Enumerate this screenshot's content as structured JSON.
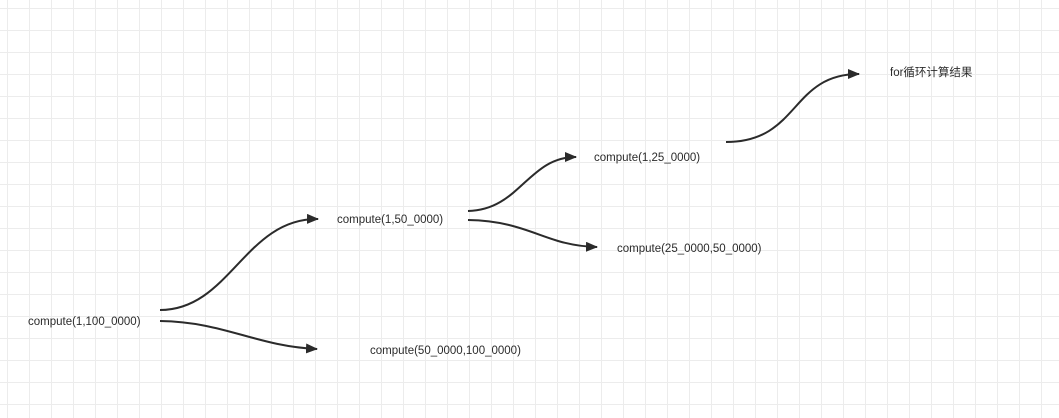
{
  "colors": {
    "stroke": "#2b2b2b",
    "text": "#2b2b2b",
    "grid": "#ececec",
    "background": "#ffffff"
  },
  "nodes": {
    "root": "compute(1,100_0000)",
    "left_half": "compute(1,50_0000)",
    "right_half": "compute(50_0000,100_0000)",
    "left_quarter": "compute(1,25_0000)",
    "second_quarter": "compute(25_0000,50_0000)",
    "result": "for循环计算结果"
  }
}
